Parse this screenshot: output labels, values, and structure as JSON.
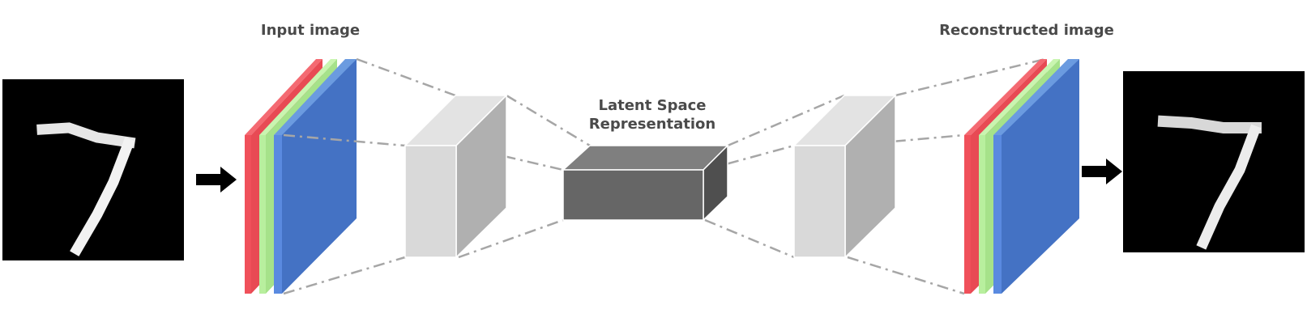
{
  "labels": {
    "input": "Input image",
    "latent_line1": "Latent Space",
    "latent_line2": "Representation",
    "output": "Reconstructed image"
  },
  "colors": {
    "red": "#f0505a",
    "green": "#b8ef9e",
    "blue": "#4472c4",
    "light_gray": "#d9d9d9",
    "mid_gray": "#a6a6a6",
    "dark_gray": "#666666",
    "connector": "#a6a6a6",
    "digit_bg": "#000000"
  },
  "icons": {
    "input_digit": "digit-seven-image",
    "output_digit": "digit-seven-image",
    "arrow": "arrow-right-icon"
  }
}
